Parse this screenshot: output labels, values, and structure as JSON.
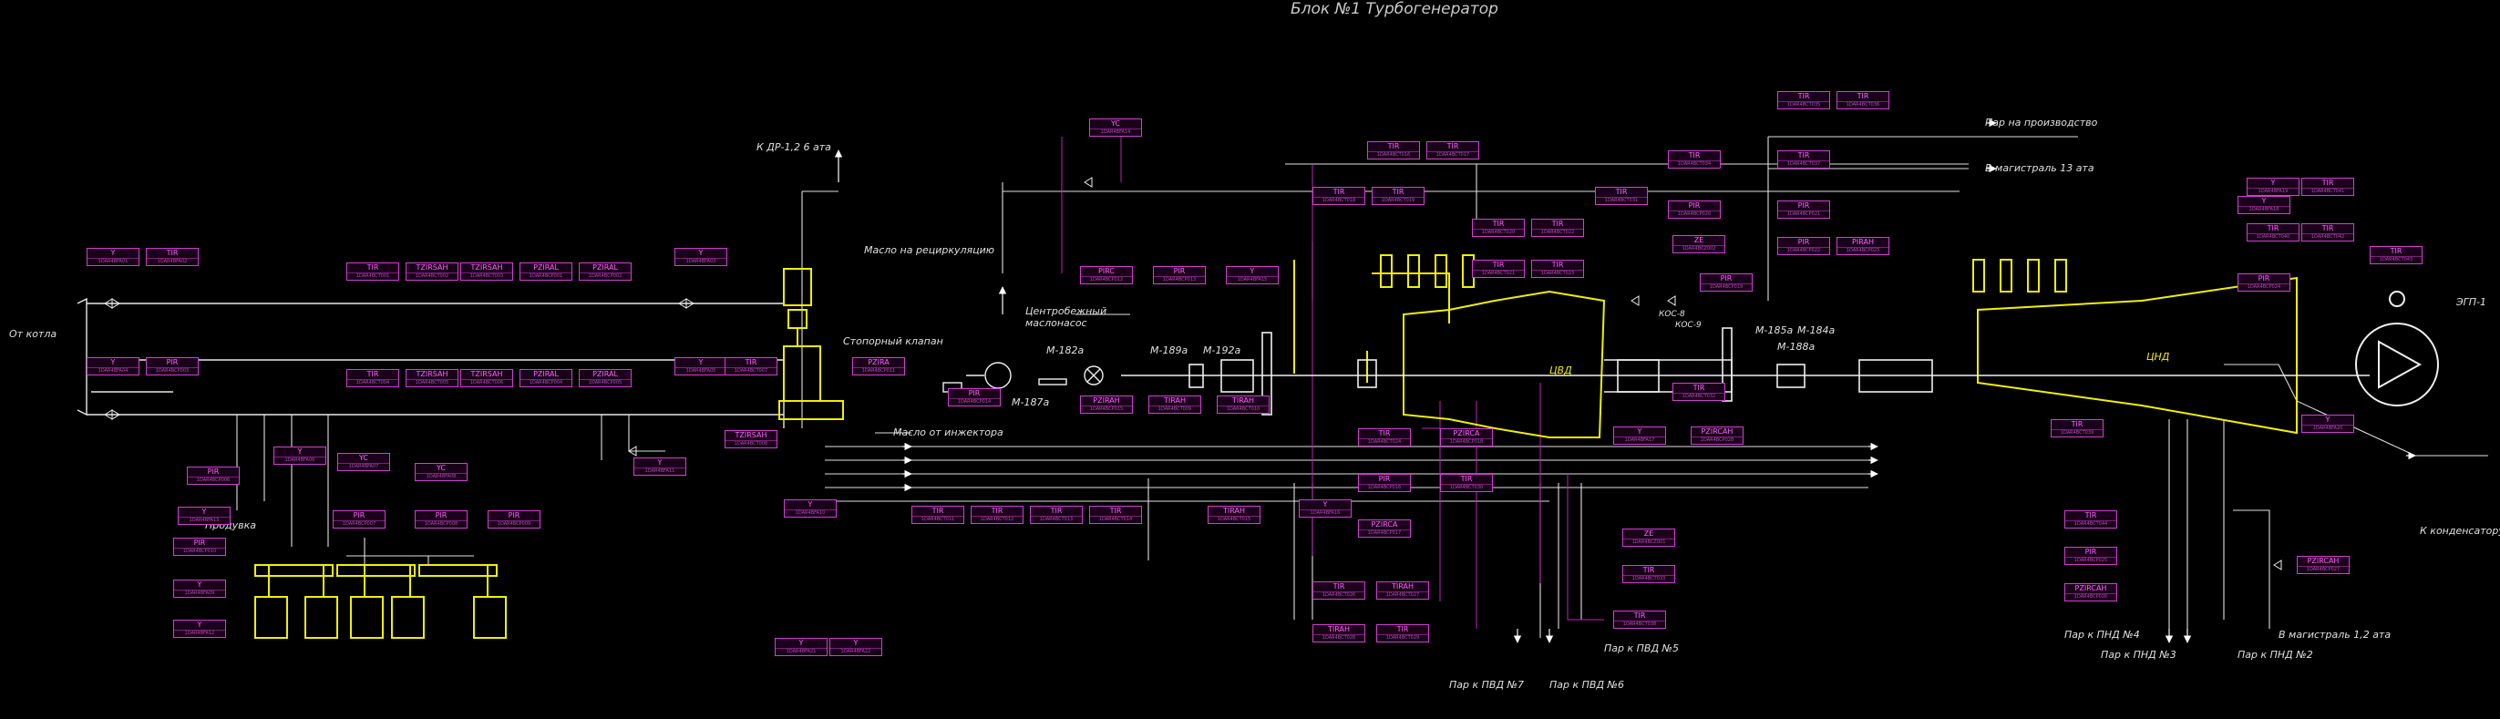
{
  "title": "Блок №1 Турбогенератор",
  "labels": {
    "ot_kotla": "От котла",
    "produvka": "Продувка",
    "k_dr": "К ДР-1,2 6 ата",
    "maslo_recirc": "Масло на рециркуляцию",
    "stopor": "Стопорный клапан",
    "maslo_inj": "Масло от инжектора",
    "pump": "Центробежный маслонасос",
    "m187": "М-187а",
    "m182": "М-182а",
    "m189": "М-189а",
    "m192": "М-192а",
    "m188": "М-188а",
    "m185": "М-185а",
    "m184": "М-184а",
    "tsvd": "ЦВД",
    "tsnd": "ЦНД",
    "kos8": "КОС-8",
    "kos9": "КОС-9",
    "par_proizv": "Пар на производство",
    "magistral13": "В магистраль 13 ата",
    "magistral12": "В магистраль 1,2 ата",
    "k_kondensatoru": "К конденсатору",
    "pvd7": "Пар к ПВД №7",
    "pvd6": "Пар к ПВД №6",
    "pvd5": "Пар к ПВД №5",
    "pnd4": "Пар к ПНД №4",
    "pnd3": "Пар к ПНД №3",
    "pnd2": "Пар к ПНД №2",
    "generator": "ЭГП-1"
  },
  "tags": [
    {
      "t": "Y",
      "b": "1DAR4BFA01"
    },
    {
      "t": "TIR",
      "b": "1DAR4BFA02"
    },
    {
      "t": "TIR",
      "b": "1DAR4BCT001"
    },
    {
      "t": "TZIRSAH",
      "b": "1DAR4BCT002"
    },
    {
      "t": "TZIRSAH",
      "b": "1DAR4BCT003"
    },
    {
      "t": "PZIRAL",
      "b": "1DAR4BCP001"
    },
    {
      "t": "PZIRAL",
      "b": "1DAR4BCP002"
    },
    {
      "t": "Y",
      "b": "1DAR4BFA03"
    },
    {
      "t": "Y",
      "b": "1DAR4BFA04"
    },
    {
      "t": "PIR",
      "b": "1DAR4BCP003"
    },
    {
      "t": "TIR",
      "b": "1DAR4BCT004"
    },
    {
      "t": "TZIRSAH",
      "b": "1DAR4BCT005"
    },
    {
      "t": "TZIRSAH",
      "b": "1DAR4BCT006"
    },
    {
      "t": "PZIRAL",
      "b": "1DAR4BCP004"
    },
    {
      "t": "PZIRAL",
      "b": "1DAR4BCP005"
    },
    {
      "t": "Y",
      "b": "1DAR4BFA05"
    },
    {
      "t": "Y",
      "b": "1DAR4BFA06"
    },
    {
      "t": "YC",
      "b": "1DAR4BFA07"
    },
    {
      "t": "YC",
      "b": "1DAR4BFA08"
    },
    {
      "t": "PIR",
      "b": "1DAR4BCP006"
    },
    {
      "t": "PIR",
      "b": "1DAR4BCP007"
    },
    {
      "t": "PIR",
      "b": "1DAR4BCP008"
    },
    {
      "t": "PIR",
      "b": "1DAR4BCP009"
    },
    {
      "t": "PIR",
      "b": "1DAR4BCP010"
    },
    {
      "t": "Y",
      "b": "1DAR4BFA09"
    },
    {
      "t": "TIR",
      "b": "1DAR4BCT007"
    },
    {
      "t": "PZIRA",
      "b": "1DAR4BCP011"
    },
    {
      "t": "TZIRSAH",
      "b": "1DAR4BCT008"
    },
    {
      "t": "Y",
      "b": "1DAR4BFA10"
    },
    {
      "t": "Y",
      "b": "1DAR4BFA11"
    },
    {
      "t": "Y",
      "b": "1DAR4BFA12"
    },
    {
      "t": "Y",
      "b": "1DAR4BFA13"
    },
    {
      "t": "YC",
      "b": "1DAR4BFA14"
    },
    {
      "t": "PIRC",
      "b": "1DAR4BCP012"
    },
    {
      "t": "PIR",
      "b": "1DAR4BCP013"
    },
    {
      "t": "Y",
      "b": "1DAR4BFA15"
    },
    {
      "t": "PIR",
      "b": "1DAR4BCP014"
    },
    {
      "t": "PZIRAH",
      "b": "1DAR4BCP015"
    },
    {
      "t": "TIRAH",
      "b": "1DAR4BCT009"
    },
    {
      "t": "TIRAH",
      "b": "1DAR4BCT010"
    },
    {
      "t": "TIR",
      "b": "1DAR4BCT011"
    },
    {
      "t": "TIR",
      "b": "1DAR4BCT012"
    },
    {
      "t": "TIR",
      "b": "1DAR4BCT013"
    },
    {
      "t": "TIR",
      "b": "1DAR4BCT014"
    },
    {
      "t": "TIRAH",
      "b": "1DAR4BCT015"
    },
    {
      "t": "Y",
      "b": "1DAR4BFA16"
    },
    {
      "t": "TIR",
      "b": "1DAR4BCT016"
    },
    {
      "t": "TIR",
      "b": "1DAR4BCT017"
    },
    {
      "t": "TIR",
      "b": "1DAR4BCT018"
    },
    {
      "t": "TIR",
      "b": "1DAR4BCT019"
    },
    {
      "t": "TIR",
      "b": "1DAR4BCT020"
    },
    {
      "t": "TIR",
      "b": "1DAR4BCT021"
    },
    {
      "t": "TIR",
      "b": "1DAR4BCT022"
    },
    {
      "t": "TIR",
      "b": "1DAR4BCT023"
    },
    {
      "t": "TIR",
      "b": "1DAR4BCT024"
    },
    {
      "t": "PIR",
      "b": "1DAR4BCP016"
    },
    {
      "t": "PZIRCA",
      "b": "1DAR4BCP017"
    },
    {
      "t": "PZIRCA",
      "b": "1DAR4BCP018"
    },
    {
      "t": "TIR",
      "b": "1DAR4BCT025"
    },
    {
      "t": "TIR",
      "b": "1DAR4BCT026"
    },
    {
      "t": "TIRAH",
      "b": "1DAR4BCT027"
    },
    {
      "t": "TIRAH",
      "b": "1DAR4BCT028"
    },
    {
      "t": "TIR",
      "b": "1DAR4BCT029"
    },
    {
      "t": "TIR",
      "b": "1DAR4BCT030"
    },
    {
      "t": "TIR",
      "b": "1DAR4BCT031"
    },
    {
      "t": "ZE",
      "b": "1DAR4BCZ001"
    },
    {
      "t": "PIR",
      "b": "1DAR4BCP019"
    },
    {
      "t": "ZE",
      "b": "1DAR4BCZ002"
    },
    {
      "t": "Y",
      "b": "1DAR4BFA17"
    },
    {
      "t": "TIR",
      "b": "1DAR4BCT032"
    },
    {
      "t": "TIR",
      "b": "1DAR4BCT033"
    },
    {
      "t": "TIR",
      "b": "1DAR4BCT034"
    },
    {
      "t": "PIR",
      "b": "1DAR4BCP020"
    },
    {
      "t": "TIR",
      "b": "1DAR4BCT035"
    },
    {
      "t": "TIR",
      "b": "1DAR4BCT036"
    },
    {
      "t": "TIR",
      "b": "1DAR4BCT037"
    },
    {
      "t": "PIR",
      "b": "1DAR4BCP021"
    },
    {
      "t": "PIR",
      "b": "1DAR4BCP022"
    },
    {
      "t": "TIR",
      "b": "1DAR4BCT038"
    },
    {
      "t": "PIRAH",
      "b": "1DAR4BCP023"
    },
    {
      "t": "TIR",
      "b": "1DAR4BCT039"
    },
    {
      "t": "PIR",
      "b": "1DAR4BCP024"
    },
    {
      "t": "Y",
      "b": "1DAR4BFA18"
    },
    {
      "t": "Y",
      "b": "1DAR4BFA19"
    },
    {
      "t": "TIR",
      "b": "1DAR4BCT040"
    },
    {
      "t": "TIR",
      "b": "1DAR4BCT041"
    },
    {
      "t": "TIR",
      "b": "1DAR4BCT042"
    },
    {
      "t": "TIR",
      "b": "1DAR4BCT043"
    },
    {
      "t": "Y",
      "b": "1DAR4BFA20"
    },
    {
      "t": "TIR",
      "b": "1DAR4BCT044"
    },
    {
      "t": "PIR",
      "b": "1DAR4BCP025"
    },
    {
      "t": "PZIRCAH",
      "b": "1DAR4BCP026"
    },
    {
      "t": "PZIRCAH",
      "b": "1DAR4BCP027"
    },
    {
      "t": "PZIRCAH",
      "b": "1DAR4BCP028"
    },
    {
      "t": "Y",
      "b": "1DAR4BFA21"
    },
    {
      "t": "Y",
      "b": "1DAR4BFA22"
    }
  ]
}
